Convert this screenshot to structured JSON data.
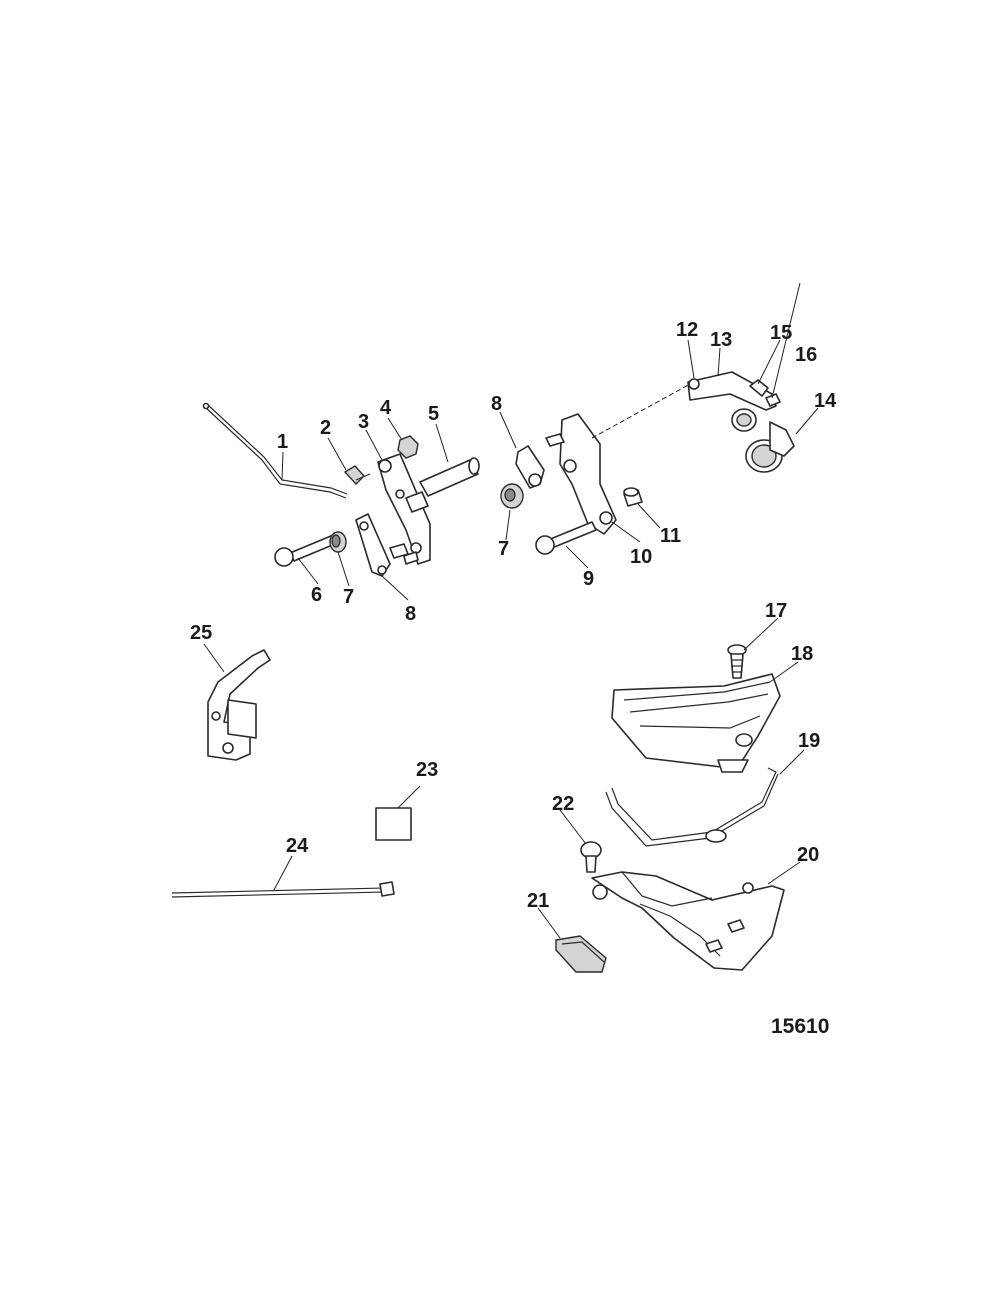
{
  "figure_number": "15610",
  "callouts": [
    "1",
    "2",
    "3",
    "4",
    "5",
    "6",
    "7",
    "8",
    "9",
    "10",
    "11",
    "12",
    "13",
    "14",
    "15",
    "16",
    "17",
    "18",
    "19",
    "20",
    "21",
    "22",
    "23",
    "24",
    "25"
  ],
  "callout_8b": "8",
  "callout_7b": "7"
}
